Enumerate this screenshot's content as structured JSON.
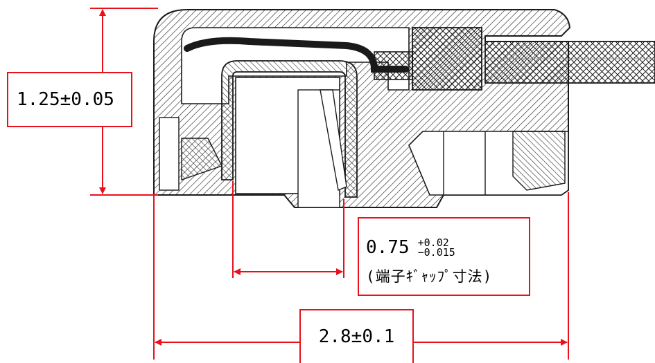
{
  "drawing": {
    "dimensions": {
      "height": {
        "text": "1.25±0.05"
      },
      "terminal_gap": {
        "nominal": "0.75",
        "tol_upper": "+0.02",
        "tol_lower": "−0.015",
        "note": "(端子ｷﾞｬｯﾌﾟ寸法)"
      },
      "width": {
        "text": "2.8±0.1"
      }
    },
    "colors": {
      "dimension": "#e8101a",
      "outline": "#1a1a1a",
      "hatch": "#2a2a2a"
    }
  }
}
